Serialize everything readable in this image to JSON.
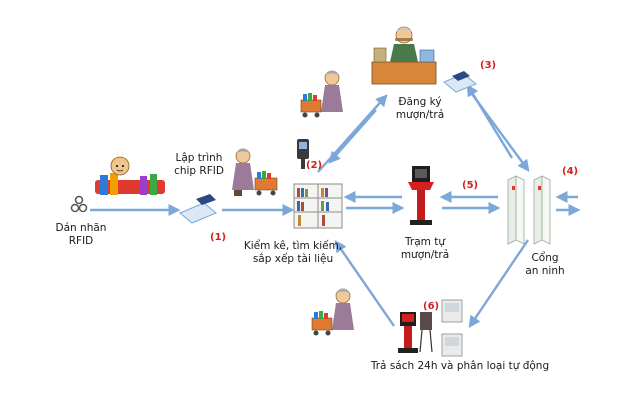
{
  "nodes": {
    "labeling": "Dán nhãn\nRFID",
    "programming": "Lập trình\nchip RFID",
    "shelf": "Kiểm kê, tìm kiếm,\nsắp xếp tài liệu",
    "registration": "Đăng ký\nmượn/trả",
    "self_station": "Trạm tự\nmượn/trả",
    "gate": "Cổng\nan ninh",
    "return_24h": "Trả sách 24h và phân loại tự động"
  },
  "markers": {
    "m1": "(1)",
    "m2": "(2)",
    "m3": "(3)",
    "m4": "(4)",
    "m5": "(5)",
    "m6": "(6)"
  },
  "colors": {
    "arrow": "#7ba7d9",
    "marker": "#d42020",
    "text": "#1a1a1a"
  },
  "icons": [
    "rfid-tag-icon",
    "rfid-programmer-icon",
    "bookshelf-icon",
    "librarian-icon",
    "handheld-reader-icon",
    "kiosk-icon",
    "security-gate-icon",
    "return-machine-icon",
    "sorting-cabinet-icon",
    "book-cart-icon"
  ]
}
